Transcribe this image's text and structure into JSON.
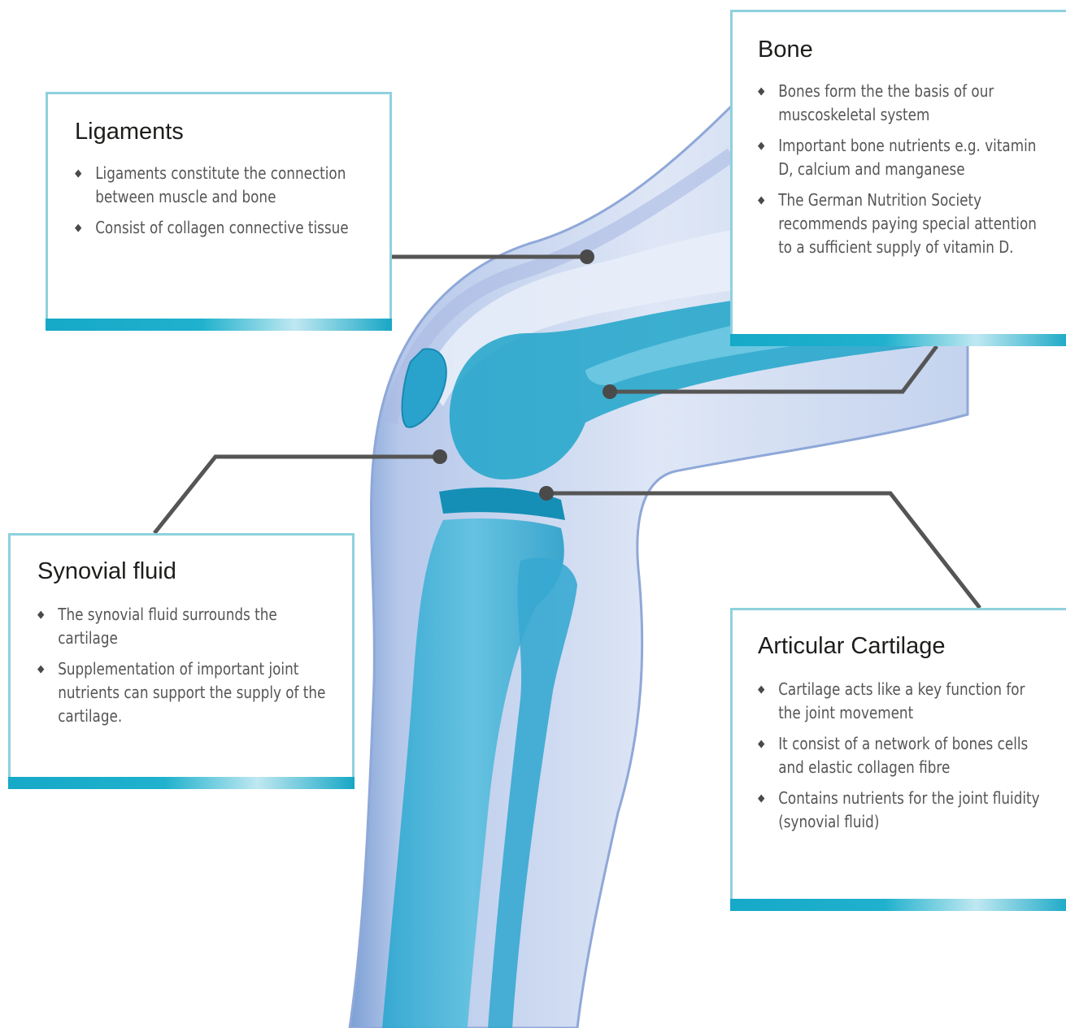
{
  "callouts": {
    "ligaments": {
      "title": "Ligaments",
      "items": [
        "Ligaments constitute the connection between muscle and bone",
        "Consist of collagen connective tissue"
      ]
    },
    "bone": {
      "title": "Bone",
      "items": [
        "Bones form the the basis of our muscoskeletal system",
        "Important bone nutrients e.g. vitamin D, calcium and manganese",
        "The German Nutrition Society recommends paying special attention to a sufficient supply of vitamin D."
      ]
    },
    "synovial": {
      "title": "Synovial fluid",
      "items": [
        "The synovial fluid surrounds the cartilage",
        "Supplementation of important joint nutrients can support the supply of the cartilage."
      ]
    },
    "cartilage": {
      "title": "Articular Cartilage",
      "items": [
        "Cartilage acts like a key function for the joint movement",
        "It consist of a network of bones cells and elastic collagen fibre",
        "Contains nutrients for the joint fluidity (synovial fluid)"
      ]
    }
  },
  "colors": {
    "box_border": "#8ed1dd",
    "accent_bar": "#16a9c8",
    "leader_line": "#555555",
    "leader_dot": "#4a4a4a",
    "bone": "#1a9fc4",
    "skin": "#c9d6ee"
  }
}
